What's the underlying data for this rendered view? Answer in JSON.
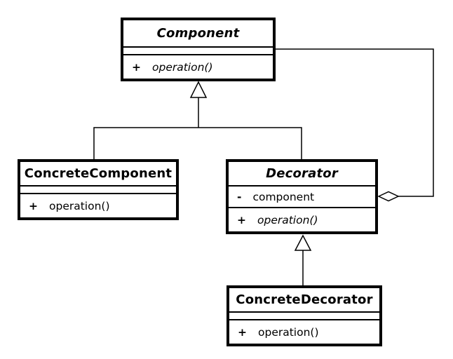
{
  "canvas": {
    "background_color": "#ffffff",
    "line_color": "#000000",
    "box_fill_color": "#ffffff"
  },
  "classes": [
    {
      "id": "component",
      "name": "Component",
      "abstract": true,
      "attributes": [],
      "operations": [
        {
          "visibility": "+",
          "name": "operation()",
          "abstract": true
        }
      ]
    },
    {
      "id": "concrete-component",
      "name": "ConcreteComponent",
      "abstract": false,
      "attributes": [],
      "operations": [
        {
          "visibility": "+",
          "name": "operation()",
          "abstract": false
        }
      ]
    },
    {
      "id": "decorator",
      "name": "Decorator",
      "abstract": true,
      "attributes": [
        {
          "visibility": "-",
          "name": "component"
        }
      ],
      "operations": [
        {
          "visibility": "+",
          "name": "operation()",
          "abstract": true
        }
      ]
    },
    {
      "id": "concrete-decorator",
      "name": "ConcreteDecorator",
      "abstract": false,
      "attributes": [],
      "operations": [
        {
          "visibility": "+",
          "name": "operation()",
          "abstract": false
        }
      ]
    }
  ],
  "relationships": [
    {
      "type": "generalization",
      "from": "ConcreteComponent",
      "to": "Component"
    },
    {
      "type": "generalization",
      "from": "Decorator",
      "to": "Component"
    },
    {
      "type": "generalization",
      "from": "ConcreteDecorator",
      "to": "Decorator"
    },
    {
      "type": "aggregation",
      "owner": "Decorator",
      "part": "Component"
    }
  ]
}
